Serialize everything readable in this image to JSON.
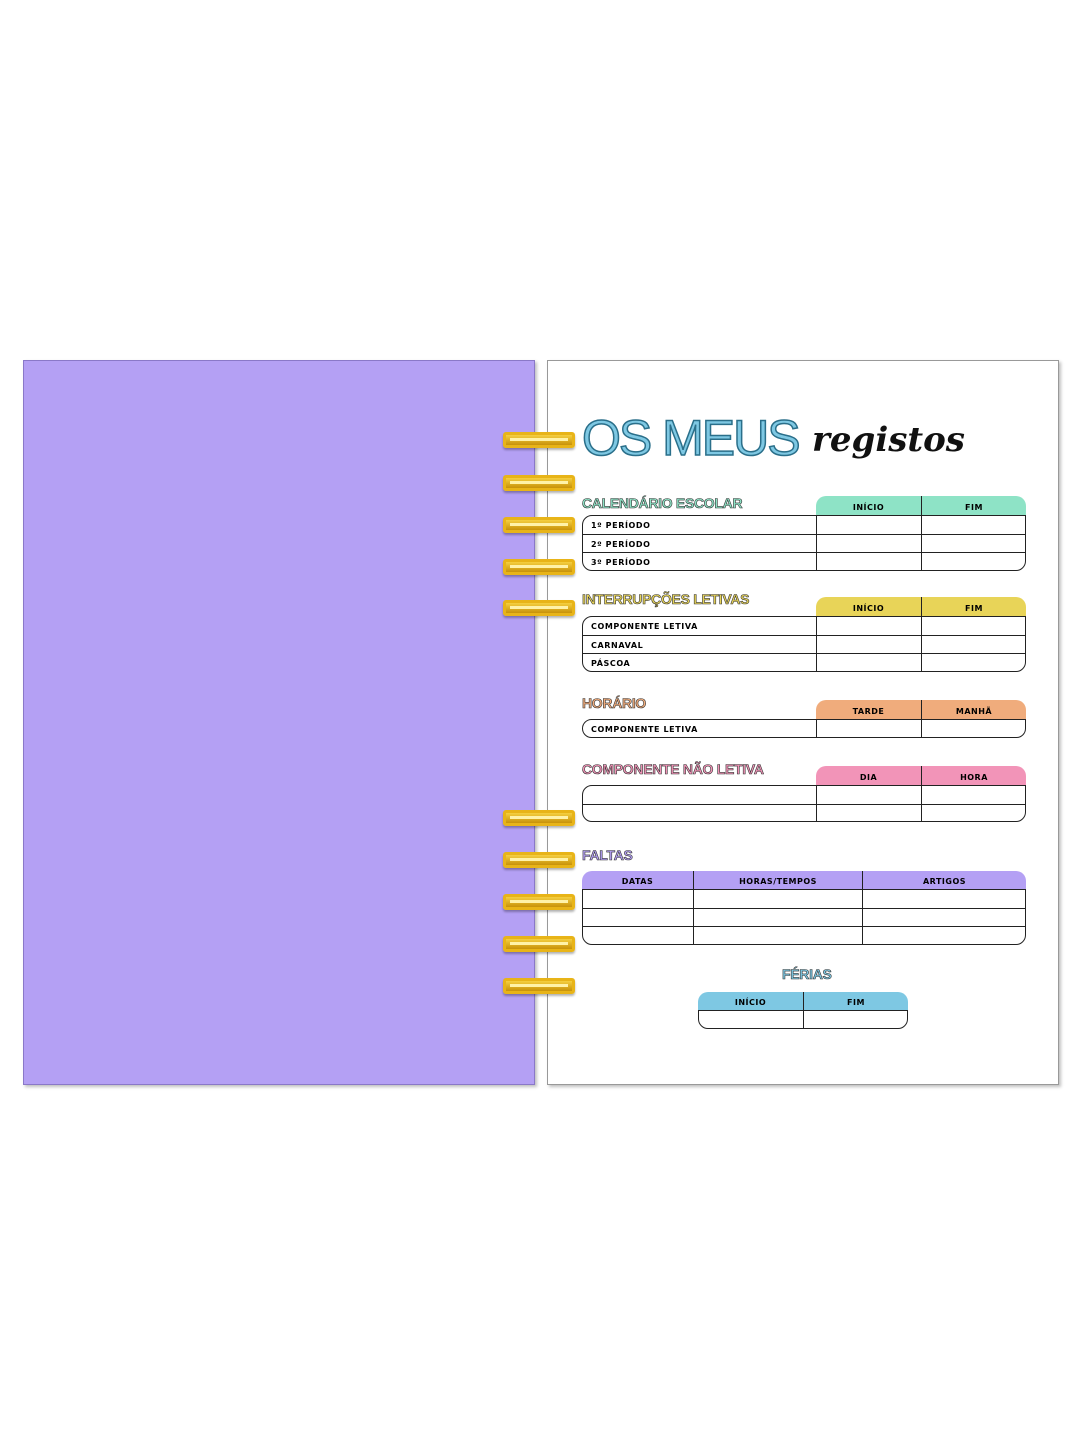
{
  "header": {
    "title_big": "OS MEUS",
    "title_script": "registos"
  },
  "colors": {
    "cover": "#b4a0f4",
    "green": "#8ee3c6",
    "yellow": "#e8d458",
    "orange": "#f0ac7c",
    "pink": "#f294b8",
    "purple": "#b4a0f4",
    "blue": "#7ec8e3"
  },
  "sections": [
    {
      "title": "CALENDÁRIO ESCOLAR",
      "color": "#8ee3c6",
      "columns": [
        "INÍCIO",
        "FIM"
      ],
      "rows": [
        "1º PERÍODO",
        "2º PERÍODO",
        "3º PERÍODO"
      ]
    },
    {
      "title": "INTERRUPÇÕES LETIVAS",
      "color": "#e8d458",
      "columns": [
        "INÍCIO",
        "FIM"
      ],
      "rows": [
        "COMPONENTE LETIVA",
        "CARNAVAL",
        "PÁSCOA"
      ]
    },
    {
      "title": "HORÁRIO",
      "color": "#f0ac7c",
      "columns": [
        "TARDE",
        "MANHÃ"
      ],
      "rows": [
        "COMPONENTE LETIVA"
      ]
    },
    {
      "title": "COMPONENTE NÃO LETIVA",
      "color": "#f294b8",
      "columns": [
        "DIA",
        "HORA"
      ],
      "rows": [
        "",
        ""
      ]
    },
    {
      "title": "FALTAS",
      "color": "#b4a0f4",
      "columns": [
        "DATAS",
        "HORAS/TEMPOS",
        "ARTIGOS"
      ],
      "rows": [
        "",
        "",
        ""
      ]
    },
    {
      "title": "FÉRIAS",
      "color": "#7ec8e3",
      "columns": [
        "INÍCIO",
        "FIM"
      ],
      "rows": [
        ""
      ]
    }
  ]
}
